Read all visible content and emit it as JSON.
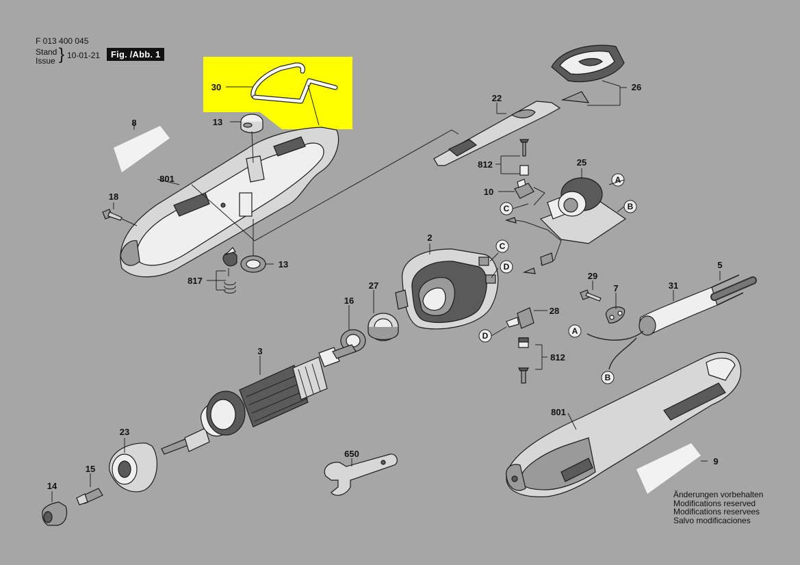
{
  "header": {
    "doc_number": "F 013 400 045",
    "stand_label": "Stand",
    "issue_label": "Issue",
    "date": "10-01-21",
    "figure": "Fig. /Abb. 1"
  },
  "notes": [
    "Änderungen vorbehalten",
    "Modifications reserved",
    "Modifications reservees",
    "Salvo modificaciones"
  ],
  "part_labels": {
    "p30": "30",
    "p13a": "13",
    "p8": "8",
    "p801a": "801",
    "p18": "18",
    "p13b": "13",
    "p817": "817",
    "p22": "22",
    "p26": "26",
    "p812a": "812",
    "p25": "25",
    "p10": "10",
    "p2": "2",
    "p27": "27",
    "p16": "16",
    "p3": "3",
    "p23": "23",
    "p15": "15",
    "p14": "14",
    "p650": "650",
    "p29": "29",
    "p7": "7",
    "p31": "31",
    "p5": "5",
    "p28": "28",
    "p812b": "812",
    "p801b": "801",
    "p9": "9"
  },
  "connectors": {
    "A": "A",
    "B": "B",
    "C": "C",
    "D": "D"
  },
  "highlight_color": "#ffff00"
}
